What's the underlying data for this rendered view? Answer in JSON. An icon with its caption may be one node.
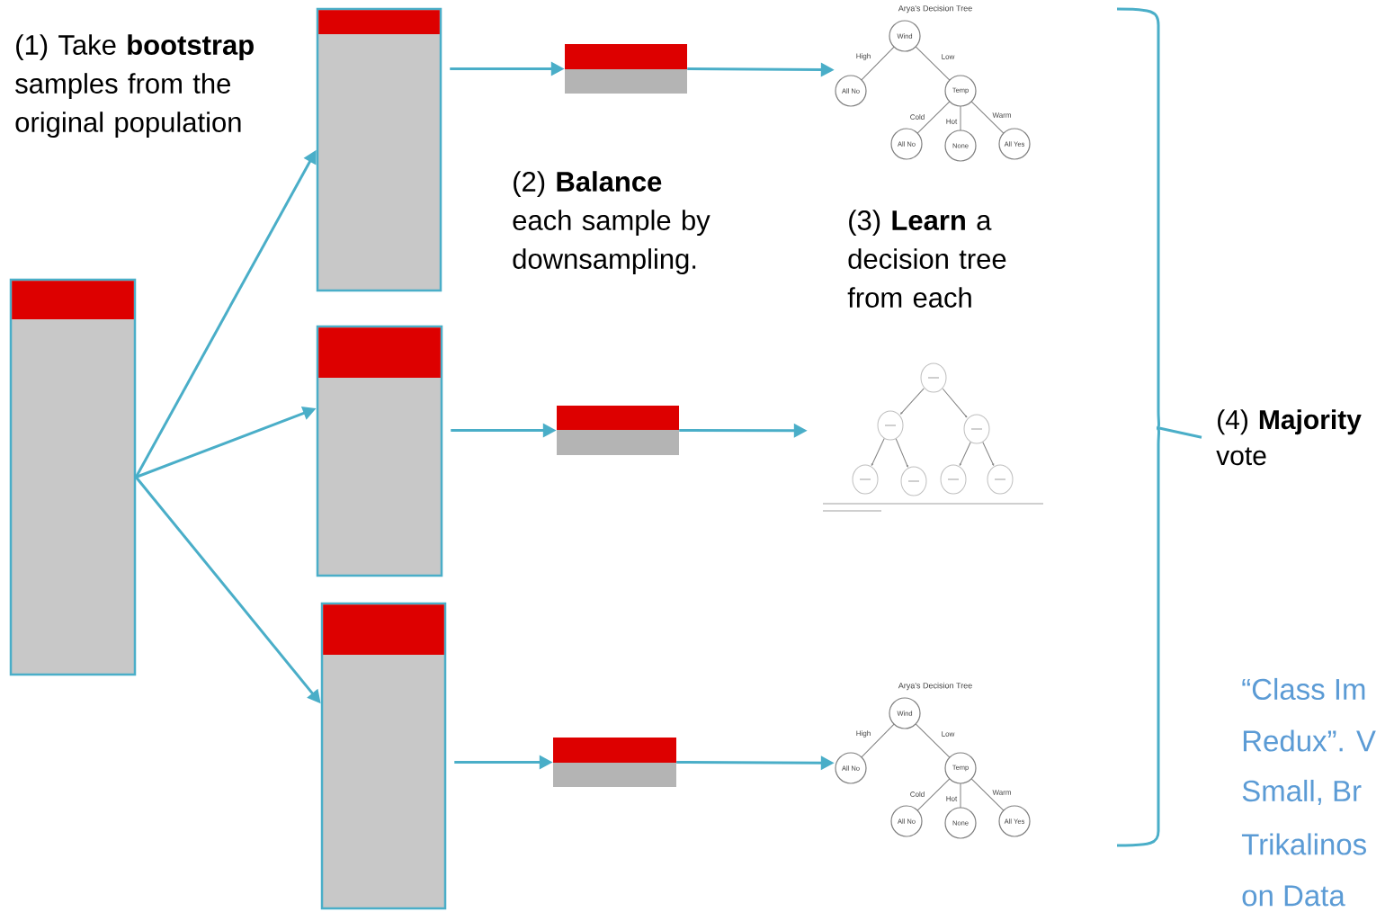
{
  "diagram": {
    "nodes": [
      {
        "text": [],
        "shape": "box"
      },
      {
        "text": [],
        "shape": "box"
      },
      {
        "text": [],
        "shape": "box"
      },
      {
        "text": [],
        "shape": "box"
      },
      {
        "text": [],
        "shape": "box"
      },
      {
        "text": [],
        "shape": "box"
      },
      {
        "text": [],
        "shape": "box"
      },
      {
        "text": [
          "Arya's Decision Tree",
          "Wind",
          "High",
          "Low",
          "All No",
          "Temp",
          "Cold",
          "Hot",
          "Warm",
          "All No",
          "None",
          "All Yes"
        ]
      },
      {
        "text": [],
        "shape": "picture"
      },
      {
        "text": [
          "Arya's Decision Tree",
          "Wind",
          "High",
          "Low",
          "All No",
          "Temp",
          "Cold",
          "Hot",
          "Warm",
          "All No",
          "None",
          "All Yes"
        ]
      },
      {
        "text": [
          "(4) **Majority** vote"
        ]
      },
      {
        "text": [],
        "shape": "bracket"
      }
    ],
    "edges": [
      {
        "from": 0,
        "to": 1,
        "arrow": "to"
      },
      {
        "from": 0,
        "to": 2,
        "arrow": "to"
      },
      {
        "from": 0,
        "to": 3,
        "arrow": "to"
      },
      {
        "from": 1,
        "to": 4,
        "arrow": "to"
      },
      {
        "from": 2,
        "to": 5,
        "arrow": "to"
      },
      {
        "from": 3,
        "to": 6,
        "arrow": "to"
      },
      {
        "from": 4,
        "to": 7,
        "arrow": "to"
      },
      {
        "from": 5,
        "to": 8,
        "arrow": "to"
      },
      {
        "from": 6,
        "to": 9,
        "arrow": "to"
      },
      {
        "from": 11,
        "to": 10,
        "arrow": "none"
      }
    ],
    "labels": [
      "(1) Take **bootstrap** samples from the original population",
      "(2) **Balance** each sample by downsampling.",
      "(3) **Learn** a decision tree from each",
      "“Class Im",
      "Redux”. V",
      "Small, Br",
      "Trikalinos",
      "on Data"
    ]
  }
}
